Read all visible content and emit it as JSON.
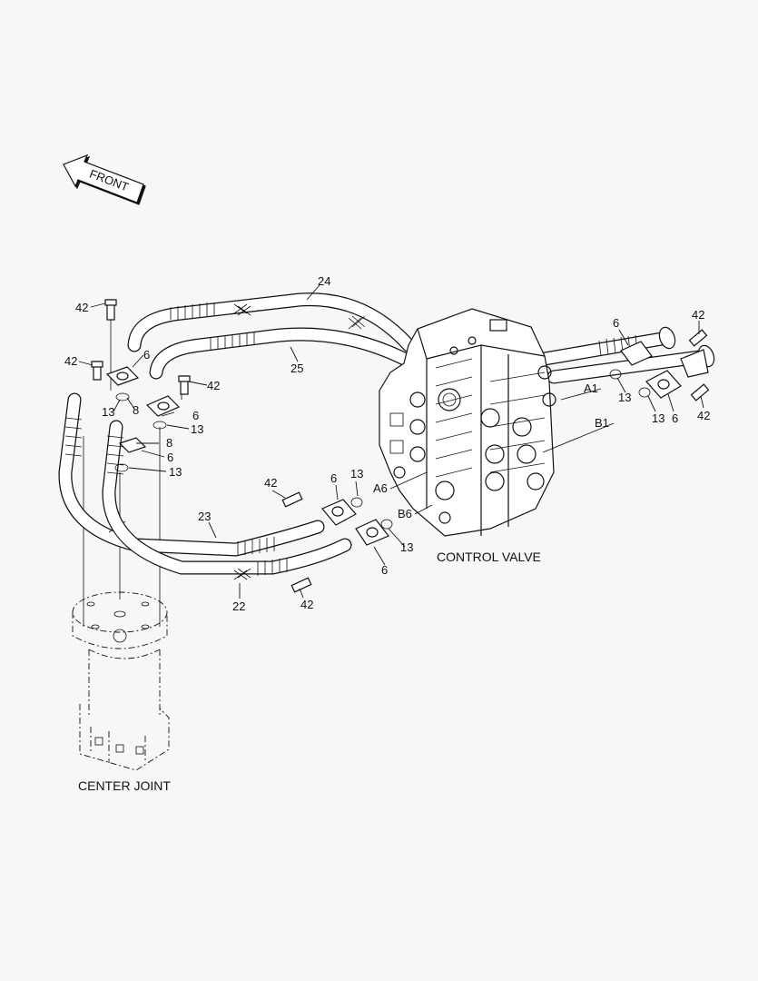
{
  "front_arrow": {
    "label": "FRONT"
  },
  "assemblies": {
    "control_valve": "CONTROL VALVE",
    "center_joint": "CENTER JOINT"
  },
  "callouts": [
    {
      "id": "c24",
      "text": "24"
    },
    {
      "id": "c25",
      "text": "25"
    },
    {
      "id": "c23",
      "text": "23"
    },
    {
      "id": "c22",
      "text": "22"
    },
    {
      "id": "c42a",
      "text": "42"
    },
    {
      "id": "c42b",
      "text": "42"
    },
    {
      "id": "c42c",
      "text": "42"
    },
    {
      "id": "c42d",
      "text": "42"
    },
    {
      "id": "c42e",
      "text": "42"
    },
    {
      "id": "c42f",
      "text": "42"
    },
    {
      "id": "c42g",
      "text": "42"
    },
    {
      "id": "c6a",
      "text": "6"
    },
    {
      "id": "c6b",
      "text": "6"
    },
    {
      "id": "c6c",
      "text": "6"
    },
    {
      "id": "c6d",
      "text": "6"
    },
    {
      "id": "c6e",
      "text": "6"
    },
    {
      "id": "c6f",
      "text": "6"
    },
    {
      "id": "c6g",
      "text": "6"
    },
    {
      "id": "c8a",
      "text": "8"
    },
    {
      "id": "c8b",
      "text": "8"
    },
    {
      "id": "c13a",
      "text": "13"
    },
    {
      "id": "c13b",
      "text": "13"
    },
    {
      "id": "c13c",
      "text": "13"
    },
    {
      "id": "c13d",
      "text": "13"
    },
    {
      "id": "c13e",
      "text": "13"
    },
    {
      "id": "c13f",
      "text": "13"
    },
    {
      "id": "c13g",
      "text": "13"
    },
    {
      "id": "cA1",
      "text": "A1"
    },
    {
      "id": "cB1",
      "text": "B1"
    },
    {
      "id": "cA6",
      "text": "A6"
    },
    {
      "id": "cB6",
      "text": "B6"
    }
  ]
}
